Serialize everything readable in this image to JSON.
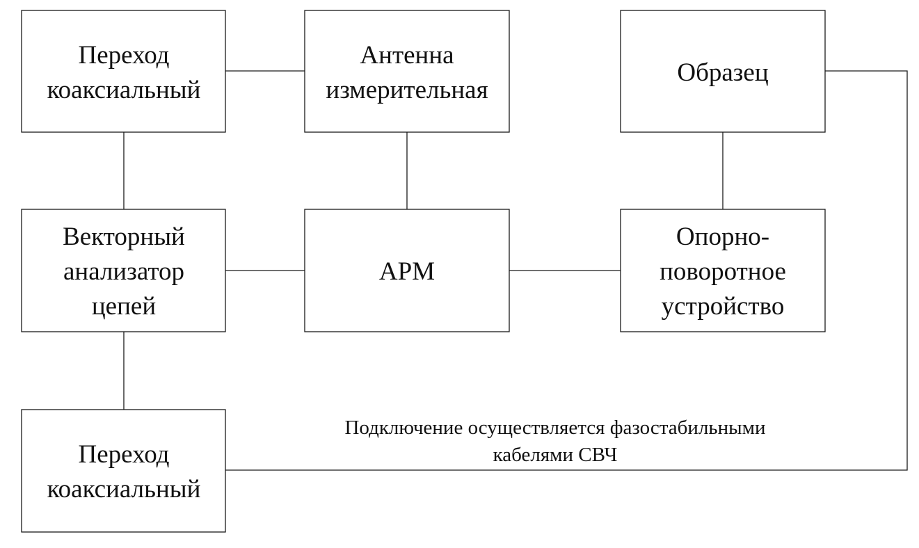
{
  "diagram": {
    "blocks": {
      "coax_top": [
        "Переход",
        "коаксиальный"
      ],
      "antenna": [
        "Антенна",
        "измерительная"
      ],
      "sample": [
        "Образец"
      ],
      "vna": [
        "Векторный",
        "анализатор",
        "цепей"
      ],
      "arm": [
        "АРМ"
      ],
      "turntable": [
        "Опорно-",
        "поворотное",
        "устройство"
      ],
      "coax_bottom": [
        "Переход",
        "коаксиальный"
      ]
    },
    "caption": [
      "Подключение осуществляется фазостабильными",
      "кабелями СВЧ"
    ]
  }
}
